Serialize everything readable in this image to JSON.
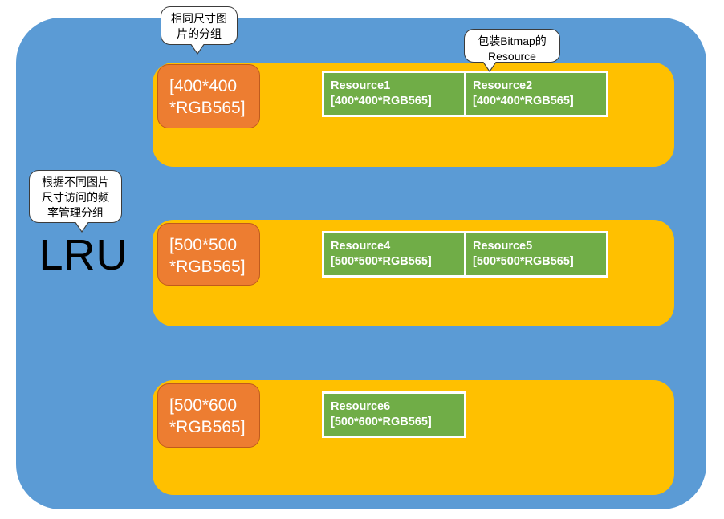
{
  "diagram": {
    "title": "LRU",
    "colors": {
      "container_blue": "#5B9BD5",
      "group_yellow": "#FFC000",
      "size_key_orange": "#ED7D31",
      "resource_green": "#70AD47",
      "callout_white": "#FFFFFF",
      "text_white": "#FFFFFF",
      "text_black": "#000000"
    },
    "lru_label": "LRU",
    "callouts": [
      {
        "name": "same-size-group",
        "lines": [
          "相同尺寸图",
          "片的分组"
        ]
      },
      {
        "name": "bitmap-resource",
        "lines": [
          "包装Bitmap的",
          "Resource"
        ]
      },
      {
        "name": "lru-description",
        "lines": [
          "根据不同图片",
          "尺寸访问的频",
          "率管理分组"
        ]
      }
    ],
    "groups": [
      {
        "size_key": [
          "[400*400",
          "*RGB565]"
        ],
        "resources": [
          {
            "name": "Resource1",
            "spec": "[400*400*RGB565]"
          },
          {
            "name": "Resource2",
            "spec": "[400*400*RGB565]"
          }
        ]
      },
      {
        "size_key": [
          "[500*500",
          "*RGB565]"
        ],
        "resources": [
          {
            "name": "Resource4",
            "spec": "[500*500*RGB565]"
          },
          {
            "name": "Resource5",
            "spec": "[500*500*RGB565]"
          }
        ]
      },
      {
        "size_key": [
          "[500*600",
          "*RGB565]"
        ],
        "resources": [
          {
            "name": "Resource6",
            "spec": "[500*600*RGB565]"
          }
        ]
      }
    ]
  }
}
